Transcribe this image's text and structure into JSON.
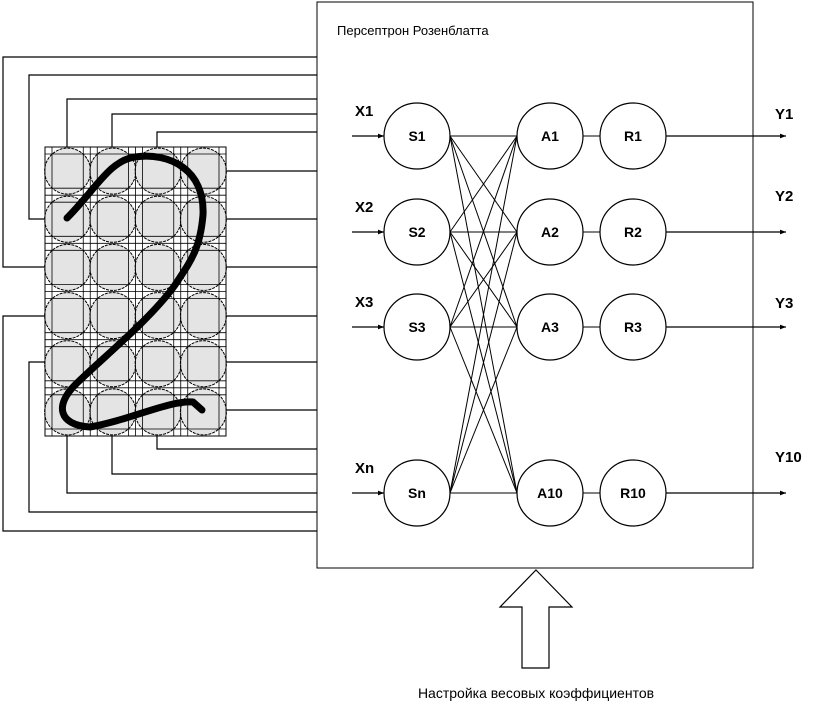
{
  "title": "Персептрон Розенблатта",
  "caption": "Настройка весовых коэффициентов",
  "inputs": [
    "X1",
    "X2",
    "X3",
    "Xn"
  ],
  "s_nodes": [
    "S1",
    "S2",
    "S3",
    "Sn"
  ],
  "a_nodes": [
    "A1",
    "A2",
    "A3",
    "A10"
  ],
  "r_nodes": [
    "R1",
    "R2",
    "R3",
    "R10"
  ],
  "outputs": [
    "Y1",
    "Y2",
    "Y3",
    "Y10"
  ],
  "grid": {
    "rows": 6,
    "cols": 4,
    "digit": "2",
    "cell_fill": "#e4e4e4"
  }
}
